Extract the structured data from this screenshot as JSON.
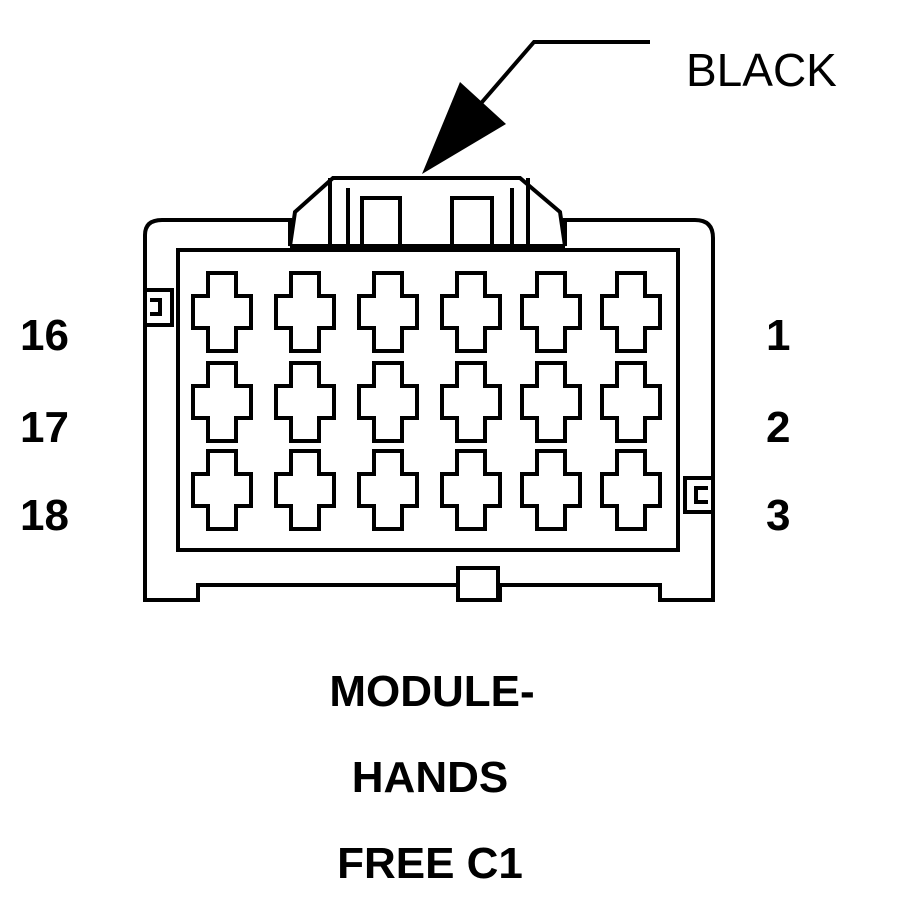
{
  "callout": {
    "color_label": "BLACK"
  },
  "pins": {
    "left": [
      "16",
      "17",
      "18"
    ],
    "right": [
      "1",
      "2",
      "3"
    ]
  },
  "cavity_grid": {
    "rows": 3,
    "columns": 6
  },
  "title_lines": [
    "MODULE-",
    "HANDS",
    "FREE C1"
  ],
  "colors": {
    "ink": "#000000",
    "background": "#ffffff"
  }
}
